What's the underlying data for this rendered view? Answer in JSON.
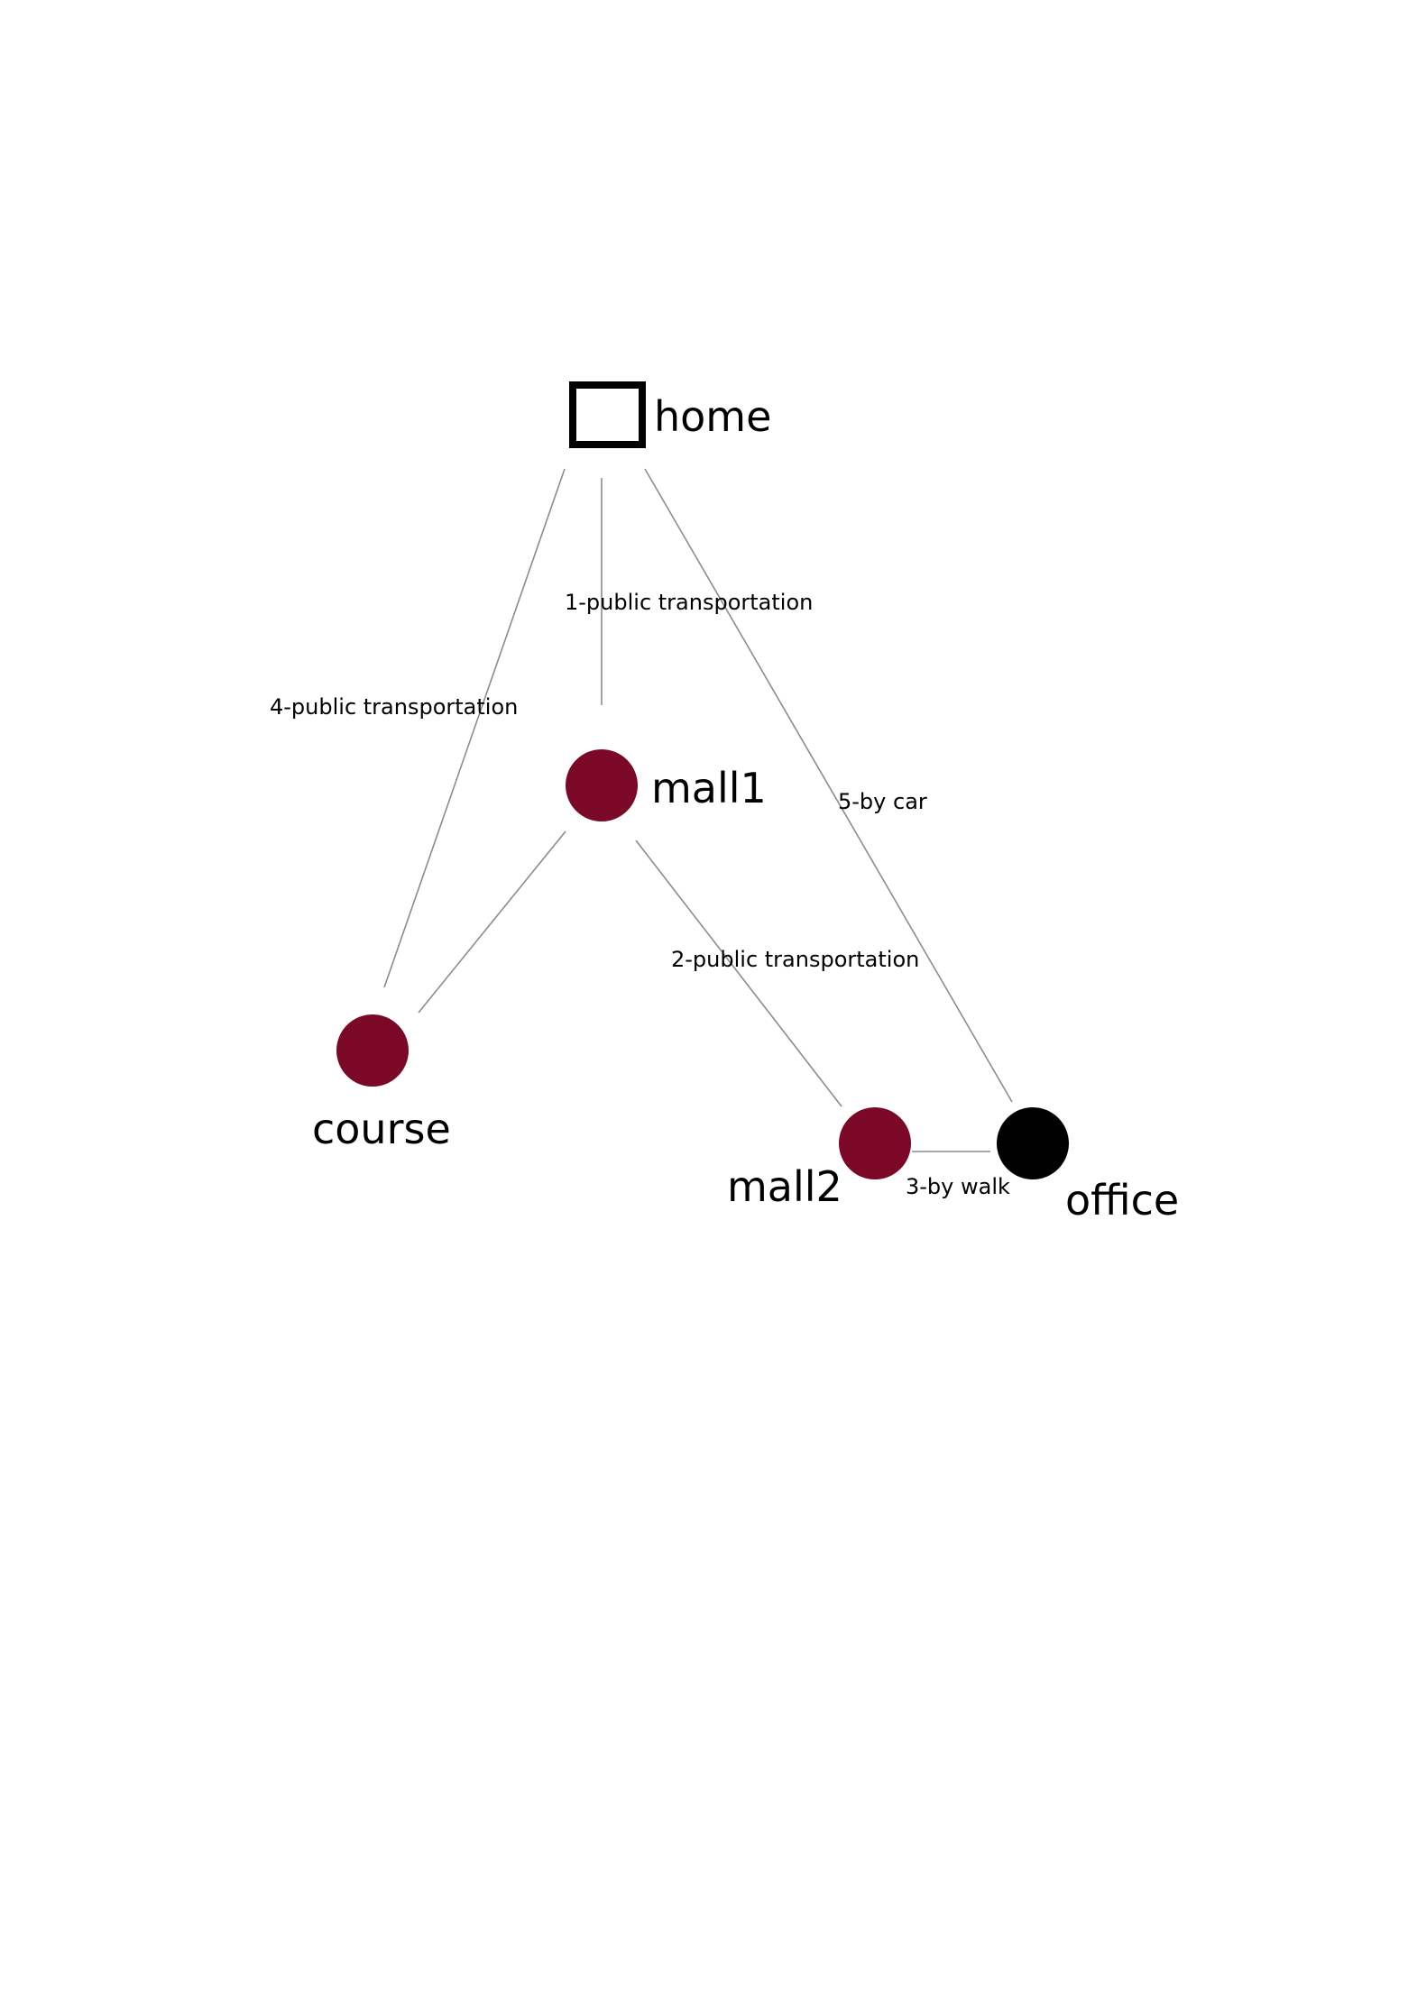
{
  "colors": {
    "mall_node": "#7a0826",
    "office_node": "#000000",
    "home_outline": "#000000",
    "edge": "#8c8c8c",
    "background": "#ffffff"
  },
  "nodes": {
    "home": {
      "label": "home",
      "shape": "square-outline"
    },
    "mall1": {
      "label": "mall1",
      "shape": "circle"
    },
    "mall2": {
      "label": "mall2",
      "shape": "circle"
    },
    "course": {
      "label": "course",
      "shape": "circle"
    },
    "office": {
      "label": "office",
      "shape": "circle"
    }
  },
  "edges": {
    "home_mall1": {
      "from": "home",
      "to": "mall1",
      "label": "1-public transportation"
    },
    "mall1_mall2": {
      "from": "mall1",
      "to": "mall2",
      "label": "2-public transportation"
    },
    "mall2_office": {
      "from": "mall2",
      "to": "office",
      "label": "3-by walk"
    },
    "home_course": {
      "from": "home",
      "to": "course",
      "label": "4-public transportation"
    },
    "home_office": {
      "from": "home",
      "to": "office",
      "label": "5-by car"
    },
    "mall1_course": {
      "from": "mall1",
      "to": "course",
      "label": ""
    }
  }
}
